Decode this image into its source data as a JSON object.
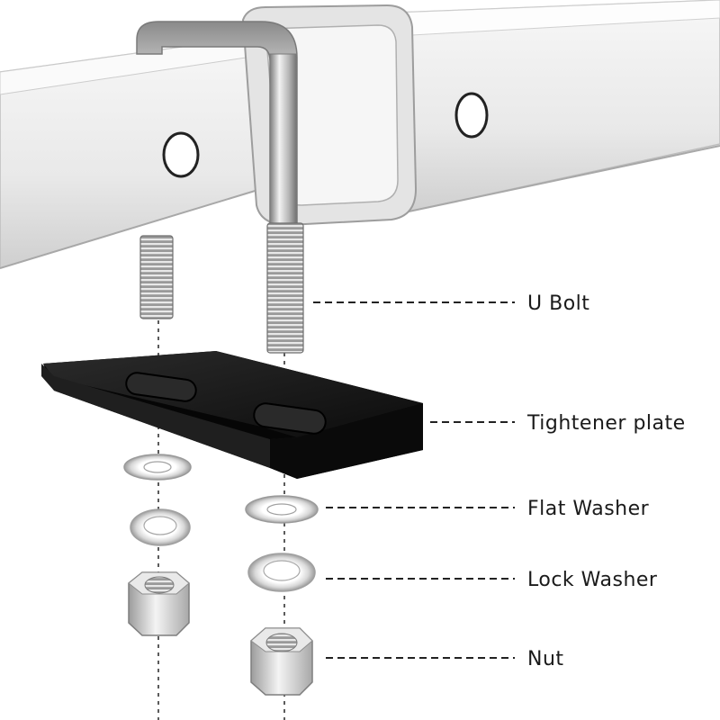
{
  "labels": {
    "u_bolt": "U Bolt",
    "tightener_plate": "Tightener plate",
    "flat_washer": "Flat Washer",
    "lock_washer": "Lock Washer",
    "nut": "Nut"
  },
  "colors": {
    "steel_light": "#f4f4f4",
    "steel_mid": "#cfcfcf",
    "steel_dark": "#8c8c8c",
    "plate": "#141414",
    "text": "#1a1a1a"
  }
}
